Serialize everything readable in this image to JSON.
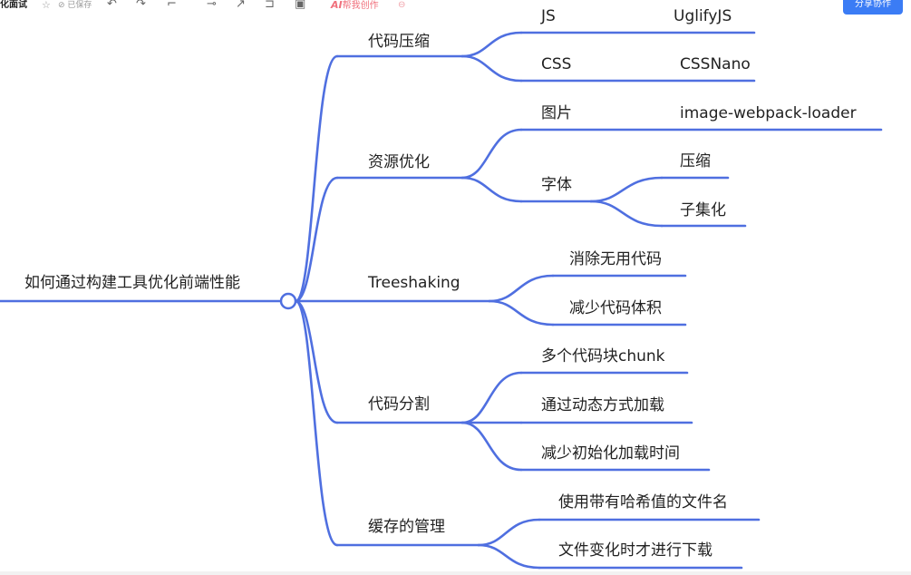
{
  "toolbar": {
    "doc_title": "化面试",
    "saved": "已保存",
    "ai_button": "帮我创作",
    "share_button": "分享协作",
    "icons": [
      "star-icon",
      "saved-check-icon",
      "undo-icon",
      "redo-icon",
      "format-brush-icon",
      "insert-node-icon",
      "arrow-icon",
      "summary-icon",
      "frame-icon",
      "ai-icon",
      "ai-info-icon"
    ]
  },
  "mindmap": {
    "root": "如何通过构建工具优化前端性能",
    "branch_color": "#4f6fe0",
    "branches": [
      {
        "label": "代码压缩",
        "children": [
          {
            "label": "JS",
            "children": [
              {
                "label": "UglifyJS"
              }
            ]
          },
          {
            "label": "CSS",
            "children": [
              {
                "label": "CSSNano"
              }
            ]
          }
        ]
      },
      {
        "label": "资源优化",
        "children": [
          {
            "label": "图片",
            "children": [
              {
                "label": "image-webpack-loader"
              }
            ]
          },
          {
            "label": "字体",
            "children": [
              {
                "label": "压缩"
              },
              {
                "label": "子集化"
              }
            ]
          }
        ]
      },
      {
        "label": "Treeshaking",
        "children": [
          {
            "label": "消除无用代码"
          },
          {
            "label": "减少代码体积"
          }
        ]
      },
      {
        "label": "代码分割",
        "children": [
          {
            "label": "多个代码块chunk"
          },
          {
            "label": "通过动态方式加载"
          },
          {
            "label": "减少初始化加载时间"
          }
        ]
      },
      {
        "label": "缓存的管理",
        "children": [
          {
            "label": "使用带有哈希值的文件名"
          },
          {
            "label": "文件变化时才进行下载"
          }
        ]
      }
    ]
  }
}
